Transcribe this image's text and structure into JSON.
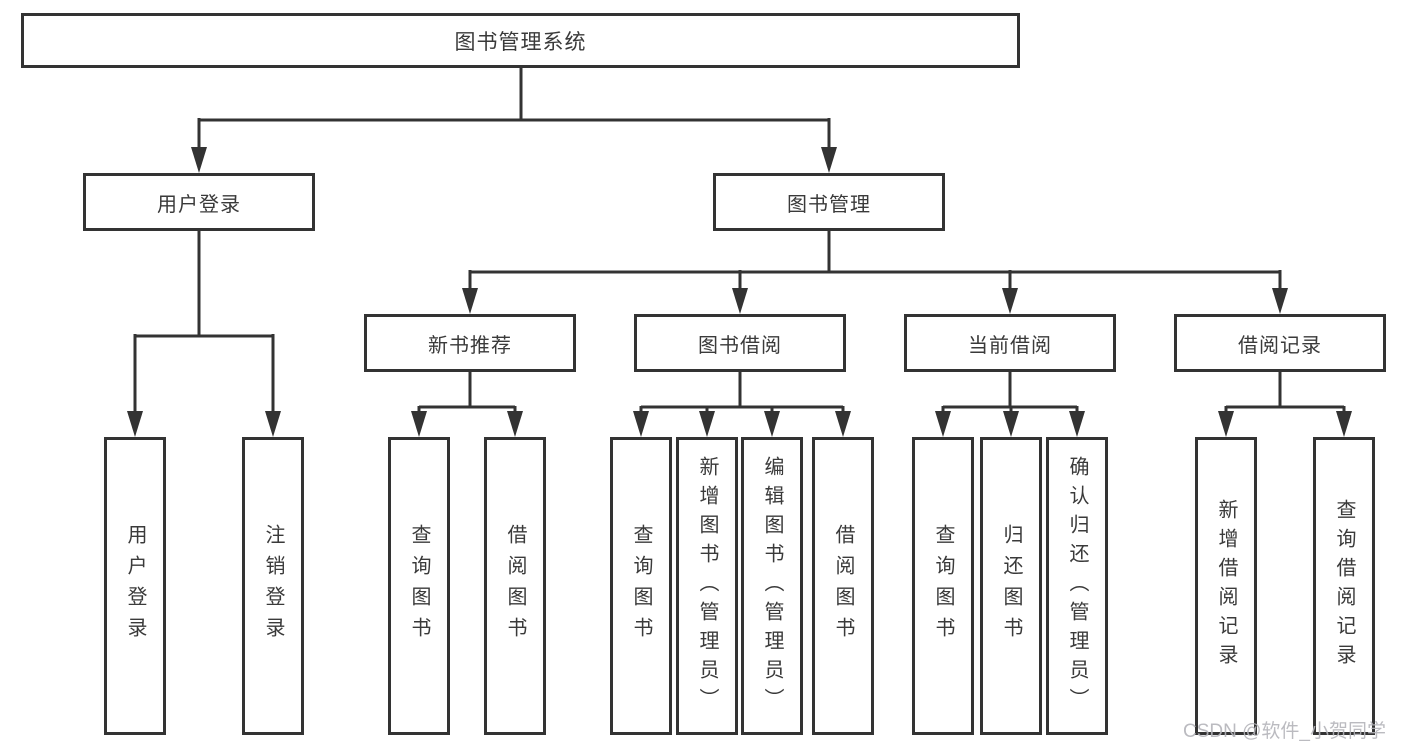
{
  "diagram": {
    "type": "hierarchy-tree",
    "hierarchy": {
      "图书管理系统": [
        "用户登录",
        "图书管理"
      ],
      "用户登录": [
        "用户登录",
        "注销登录"
      ],
      "图书管理": [
        "新书推荐",
        "图书借阅",
        "当前借阅",
        "借阅记录"
      ],
      "新书推荐": [
        "查询图书",
        "借阅图书"
      ],
      "图书借阅": [
        "查询图书",
        "新增图书（管理员）",
        "编辑图书（管理员）",
        "借阅图书"
      ],
      "当前借阅": [
        "查询图书",
        "归还图书",
        "确认归还（管理员）"
      ],
      "借阅记录": [
        "新增借阅记录",
        "查询借阅记录"
      ]
    }
  },
  "nodes": {
    "root": {
      "label": "图书管理系统"
    },
    "login": {
      "label": "用户登录"
    },
    "manage": {
      "label": "图书管理"
    },
    "recommend": {
      "label": "新书推荐"
    },
    "borrow": {
      "label": "图书借阅"
    },
    "current": {
      "label": "当前借阅"
    },
    "records": {
      "label": "借阅记录"
    },
    "login_user": {
      "label": "用户登录"
    },
    "login_out": {
      "label": "注销登录"
    },
    "rec_query": {
      "label": "查询图书"
    },
    "rec_borrow": {
      "label": "借阅图书"
    },
    "bor_query": {
      "label": "查询图书"
    },
    "bor_add": {
      "label": "新增图书（管理员）"
    },
    "bor_edit": {
      "label": "编辑图书（管理员）"
    },
    "bor_borrow": {
      "label": "借阅图书"
    },
    "cur_query": {
      "label": "查询图书"
    },
    "cur_return": {
      "label": "归还图书"
    },
    "cur_confirm": {
      "label": "确认归还（管理员）"
    },
    "rcd_add": {
      "label": "新增借阅记录"
    },
    "rcd_query": {
      "label": "查询借阅记录"
    }
  },
  "watermark": {
    "text": "CSDN @软件_小贺同学"
  },
  "colors": {
    "line": "#333333",
    "text": "#3a3a3a",
    "box_background": "#ffffff",
    "watermark": "#b4b4ba"
  }
}
